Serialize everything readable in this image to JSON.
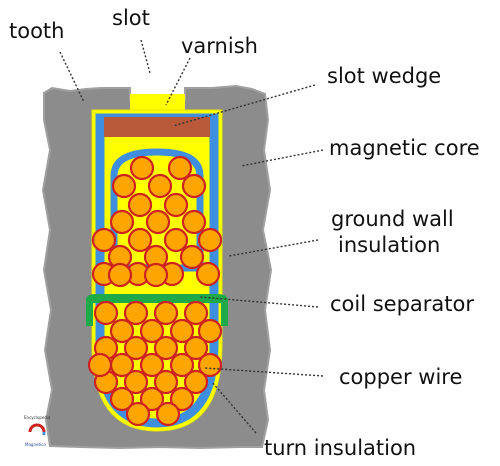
{
  "labels": {
    "tooth": "tooth",
    "slot": "slot",
    "varnish": "varnish",
    "slot_wedge": "slot wedge",
    "magnetic_core": "magnetic core",
    "ground_wall_line1": "ground wall",
    "ground_wall_line2": "insulation",
    "coil_separator": "coil separator",
    "copper_wire": "copper wire",
    "turn_insulation": "turn insulation"
  },
  "logo": {
    "line1": "Encyclopedia",
    "line2": "Magnetica"
  },
  "colors": {
    "core": "#8c8c8c",
    "core_edge": "#a0a0a0",
    "varnish": "#ffff00",
    "ground_wall": "#3f8fe0",
    "wedge": "#b85a3a",
    "separator": "#1faa4a",
    "copper": "#ffa500",
    "turn_insulation": "#cc2222"
  },
  "wires": {
    "upper_coil_count": 23,
    "lower_coil_count": 26
  }
}
